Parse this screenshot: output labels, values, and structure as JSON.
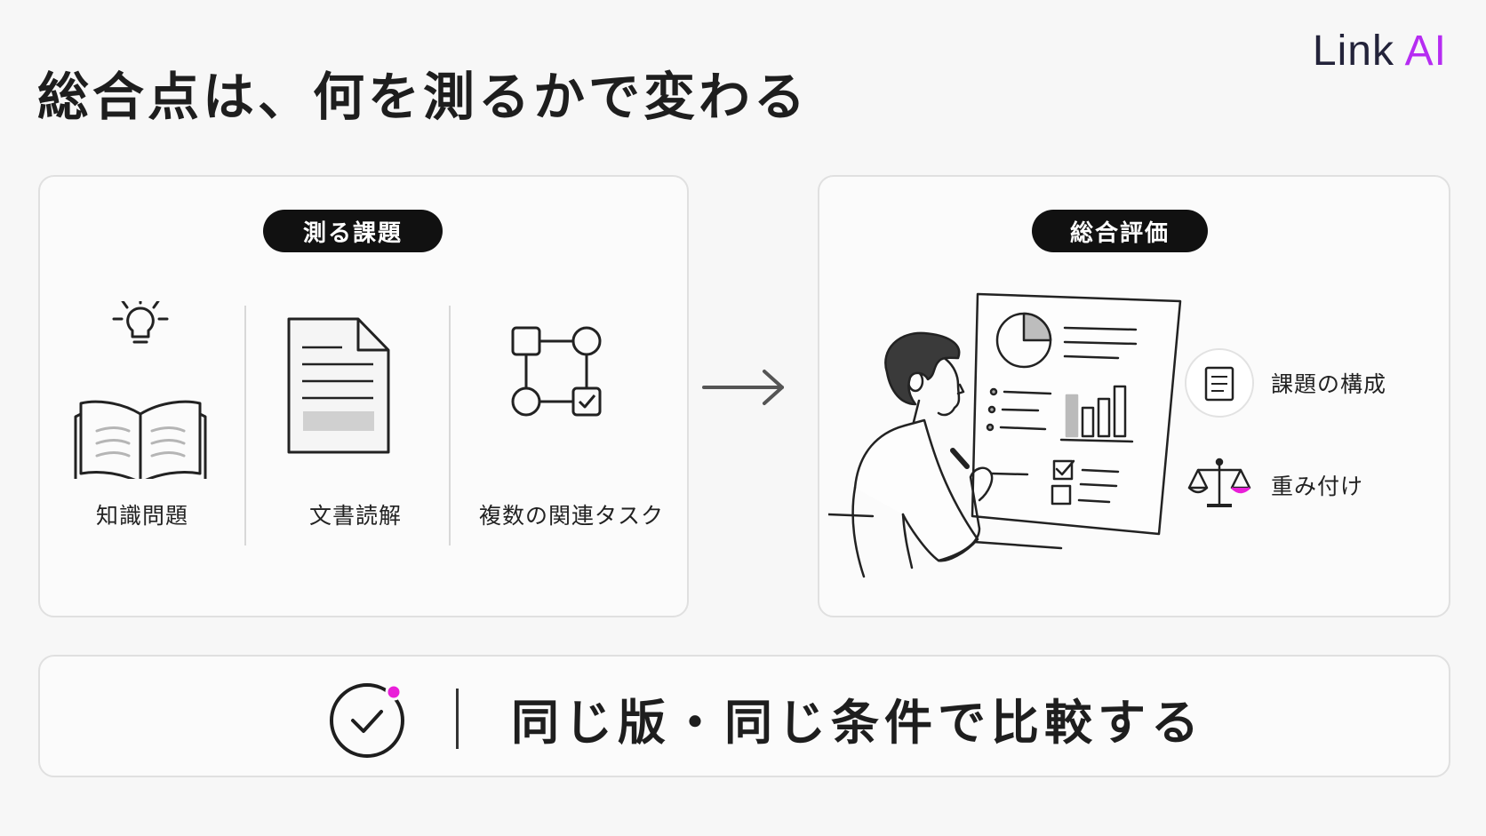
{
  "page": {
    "title": "総合点は、何を測るかで変わる"
  },
  "logo": {
    "text_main": "Link ",
    "text_accent": "AI",
    "accent_color": "#b62cf2"
  },
  "measure_panel": {
    "pill_label": "測る課題",
    "items": [
      {
        "label": "知識問題",
        "icon": "open-book-lightbulb-icon"
      },
      {
        "label": "文書読解",
        "icon": "document-icon"
      },
      {
        "label": "複数の関連タスク",
        "icon": "task-flow-icon"
      }
    ]
  },
  "evaluation_panel": {
    "pill_label": "総合評価",
    "illustration": "person-reviewing-report-illustration",
    "legend": [
      {
        "label": "課題の構成",
        "icon": "document-circle-icon"
      },
      {
        "label": "重み付け",
        "icon": "balance-scale-icon"
      }
    ]
  },
  "bottom_banner": {
    "text": "同じ版・同じ条件で比較する",
    "icon": "check-circle-icon",
    "accent_color": "#e91fd8"
  }
}
